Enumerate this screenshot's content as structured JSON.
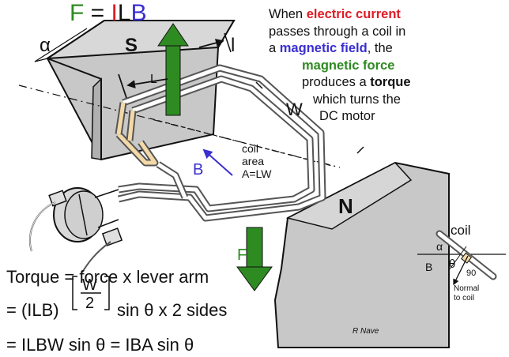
{
  "formula": {
    "F": "F",
    "eq": " = ",
    "I": "I",
    "L": "L",
    "B": "B"
  },
  "description": {
    "line1_pre": "When ",
    "line1_hl": "electric current",
    "line2": "passes through a  coil in",
    "line3_pre": "a ",
    "line3_hl": "magnetic field",
    "line3_post": ", the",
    "line4_hl": "magnetic force",
    "line5_pre": "produces a ",
    "line5_hl": "torque",
    "line6": "which turns the",
    "line7": "DC motor"
  },
  "labels": {
    "S": "S",
    "N": "N",
    "alpha": "α",
    "L": "L",
    "l_arrow": "l",
    "W": "W",
    "B": "B",
    "coil1": "coil",
    "coil2": "area",
    "coil3": "A=LW",
    "F_bottom": "F",
    "credit": "R Nave"
  },
  "equations": {
    "torque": "Torque = force   x lever arm",
    "line2_pre": "= (ILB)",
    "frac_num": "W",
    "frac_den": "2",
    "line2_post": "sin θ  x  2 sides",
    "line3": "= ILBW sin θ = IBA sin θ"
  },
  "inset": {
    "coil": "coil",
    "alpha": "α",
    "B": "B",
    "theta": "θ",
    "ninety": "90",
    "normal1": "Normal",
    "normal2": "to coil"
  },
  "colors": {
    "green": "#2e8b22",
    "red": "#e01b24",
    "blue": "#3a2fd0",
    "magnet": "#c8c8c8",
    "commutator": "#cfcfcf",
    "coil_stripe": "#f4d9a8"
  }
}
